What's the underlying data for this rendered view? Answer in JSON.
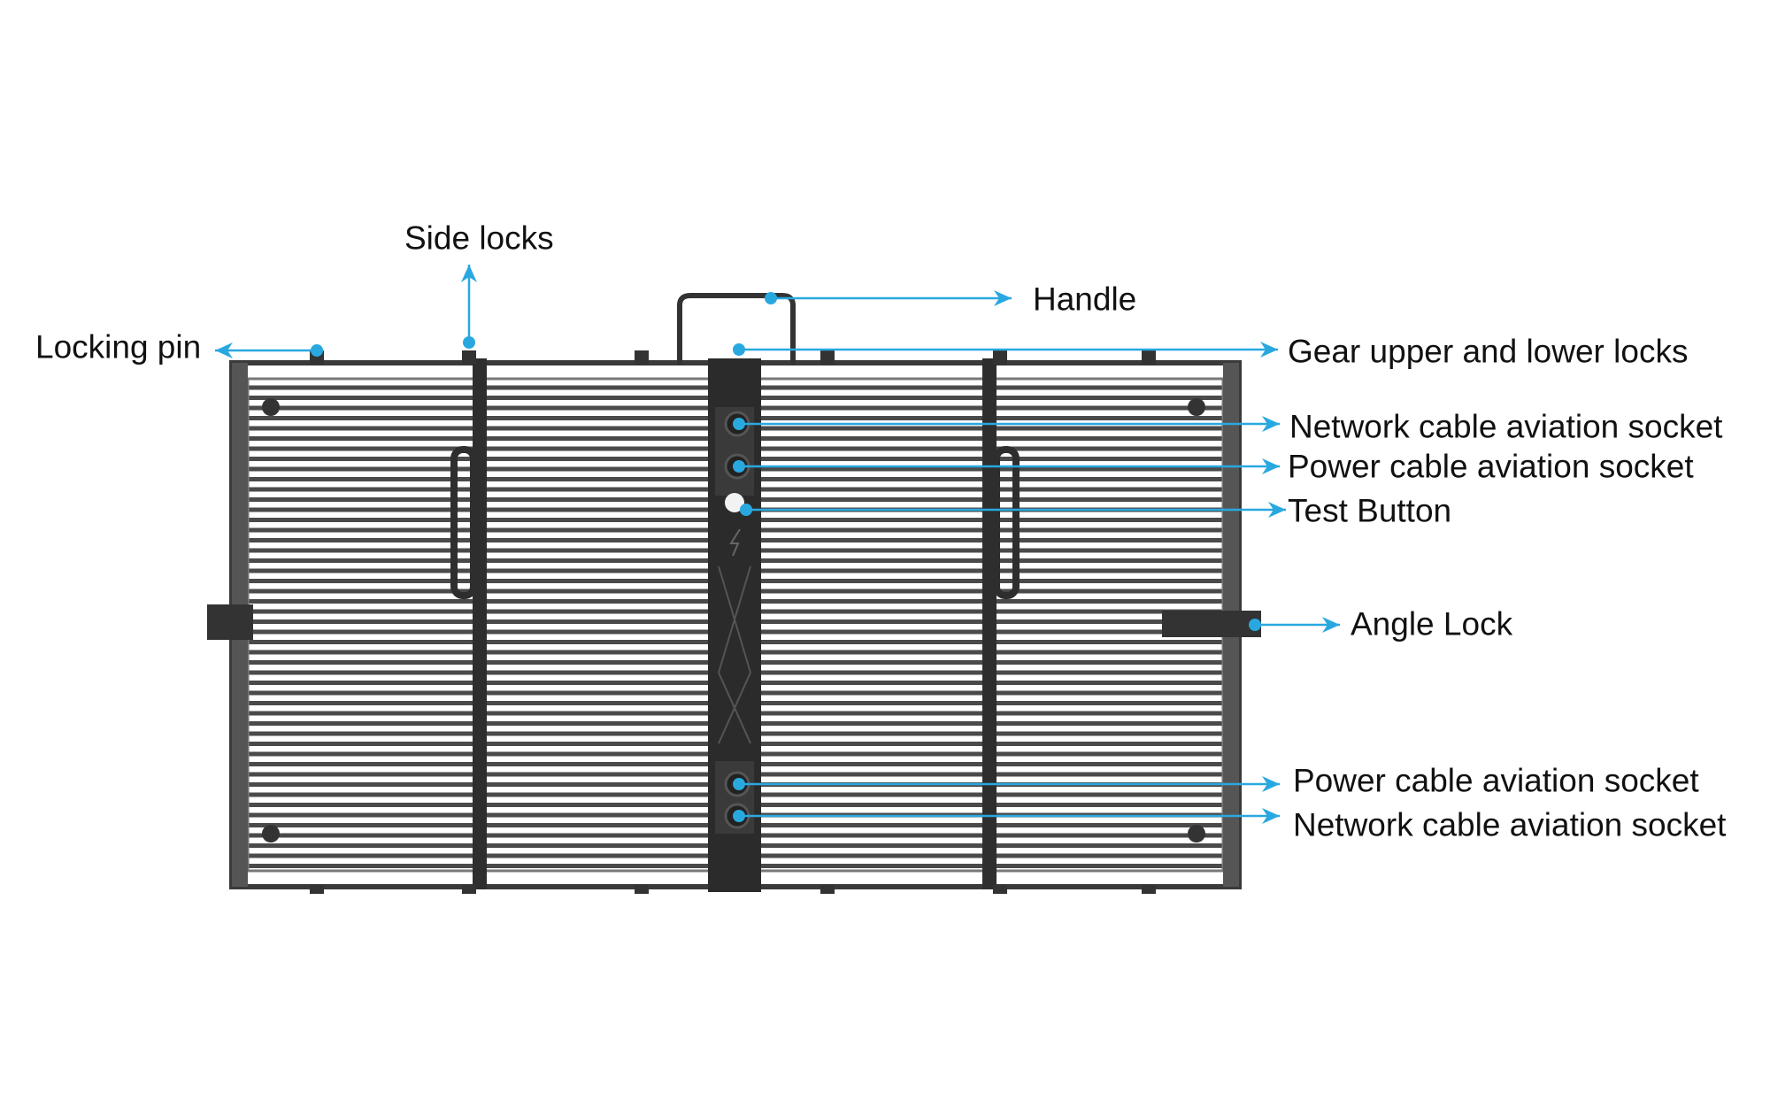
{
  "labels": {
    "side_locks": "Side locks",
    "locking_pin": "Locking pin",
    "handle": "Handle",
    "gear_locks": "Gear upper and lower locks",
    "network_socket_top": "Network cable aviation socket",
    "power_socket_top": "Power cable aviation socket",
    "test_button": "Test Button",
    "angle_lock": "Angle Lock",
    "power_socket_bottom": "Power cable aviation socket",
    "network_socket_bottom": "Network cable aviation socket"
  },
  "colors": {
    "callout": "#29a8e0",
    "frame": "#3a3a3a",
    "slat": "#4a4a4a"
  }
}
